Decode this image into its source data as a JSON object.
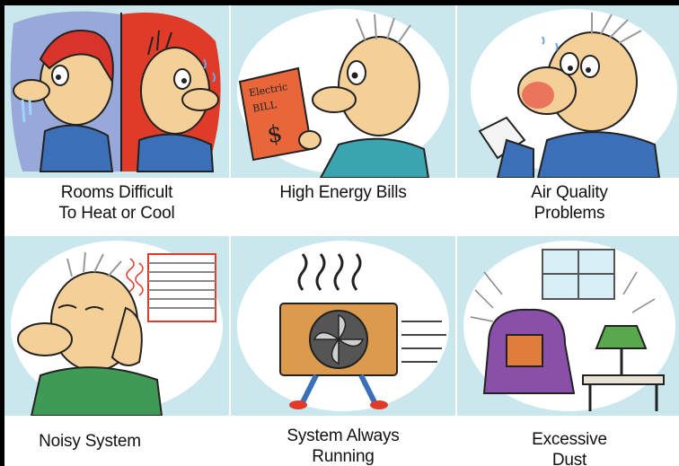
{
  "problems": [
    {
      "line1": "Rooms Difficult",
      "line2": "To Heat or Cool"
    },
    {
      "line1": "High Energy Bills",
      "line2": ""
    },
    {
      "line1": "Air Quality",
      "line2": "Problems"
    },
    {
      "line1": "Noisy System",
      "line2": ""
    },
    {
      "line1": "System Always",
      "line2": "Running"
    },
    {
      "line1": "Excessive",
      "line2": "Dust"
    }
  ],
  "bill_text": {
    "line1": "Electric",
    "line2": "BILL",
    "symbol": "$"
  },
  "colors": {
    "tile_bg": "#c9e7ec",
    "skin": "#f4cf97",
    "cold_panel": "#98a9d9",
    "hot_panel": "#e03b28",
    "shirt_blue": "#3b6fb8",
    "shirt_green": "#3f9a55",
    "bill": "#e8663a",
    "fan_box": "#dc9a4c",
    "chair": "#8a4fa8",
    "lamp": "#5aa84e"
  },
  "icons": [
    "cold-hot-man-illustration",
    "energy-bill-man-illustration",
    "sneezing-man-illustration",
    "noisy-system-man-illustration",
    "running-fan-illustration",
    "dusty-room-illustration"
  ]
}
